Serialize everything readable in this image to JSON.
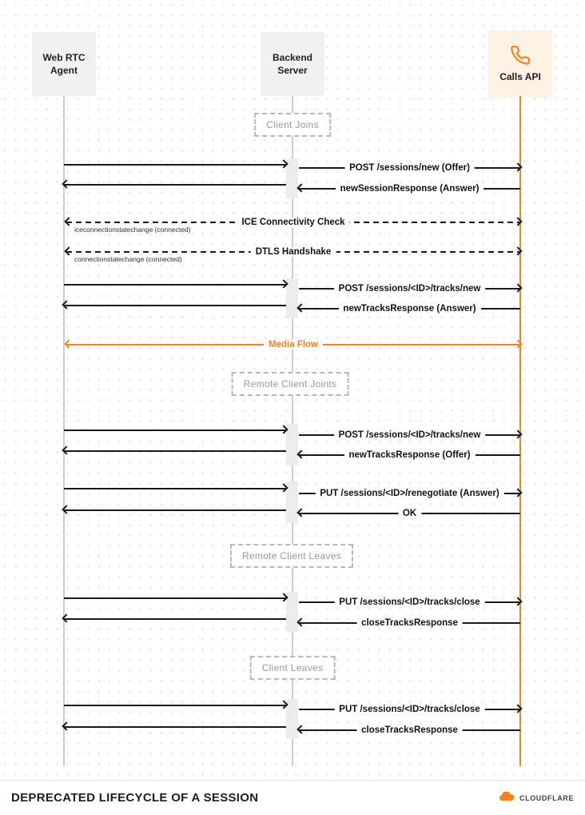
{
  "colors": {
    "accent": "#f6821f",
    "line": "#1a1a1a",
    "lifeline": "#cbcbcb"
  },
  "actors": {
    "webrtc": "Web RTC Agent",
    "backend": "Backend Server",
    "calls": "Calls API"
  },
  "sections": {
    "client_joins": "Client Joins",
    "remote_client_joins": "Remote Client Joints",
    "remote_client_leaves": "Remote Client Leaves",
    "client_leaves": "Client Leaves"
  },
  "messages": {
    "post_sessions_new": "POST /sessions/new (Offer)",
    "new_session_response": "newSessionResponse (Answer)",
    "ice_check": "ICE Connectivity Check",
    "ice_state": "iceconnectionstatechange (connected)",
    "dtls": "DTLS Handshake",
    "conn_state": "connectionstatechange (connected)",
    "post_tracks_new": "POST /sessions/<ID>/tracks/new",
    "new_tracks_answer": "newTracksResponse (Answer)",
    "media_flow": "Media Flow",
    "new_tracks_offer": "newTracksResponse (Offer)",
    "put_renegotiate": "PUT /sessions/<ID>/renegotiate (Answer)",
    "ok": "OK",
    "put_tracks_close": "PUT /sessions/<ID>/tracks/close",
    "close_tracks_response": "closeTracksResponse"
  },
  "footer": {
    "title": "DEPRECATED LIFECYCLE OF A SESSION",
    "brand": "CLOUDFLARE"
  }
}
